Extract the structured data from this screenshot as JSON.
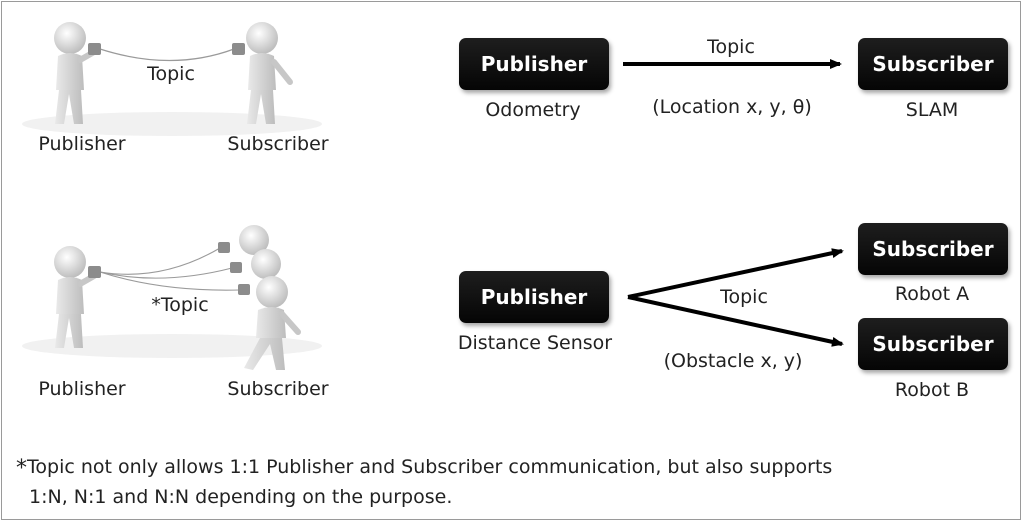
{
  "illustration_top": {
    "topic_label": "Topic",
    "publisher_label": "Publisher",
    "subscriber_label": "Subscriber"
  },
  "illustration_bottom": {
    "topic_label": "*Topic",
    "publisher_label": "Publisher",
    "subscriber_label": "Subscriber"
  },
  "diagram_top": {
    "publisher_box": "Publisher",
    "publisher_caption": "Odometry",
    "topic_label": "Topic",
    "message_label": "(Location x, y, θ)",
    "subscriber_box": "Subscriber",
    "subscriber_caption": "SLAM"
  },
  "diagram_bottom": {
    "publisher_box": "Publisher",
    "publisher_caption": "Distance Sensor",
    "topic_label": "Topic",
    "message_label": "(Obstacle x, y)",
    "subscriber_a_box": "Subscriber",
    "subscriber_a_caption": "Robot A",
    "subscriber_b_box": "Subscriber",
    "subscriber_b_caption": "Robot B"
  },
  "footnote": {
    "star": "*",
    "line1": "Topic not only allows 1:1 Publisher and Subscriber communication, but also supports",
    "line2": "1:N, N:1 and N:N depending on the purpose."
  }
}
